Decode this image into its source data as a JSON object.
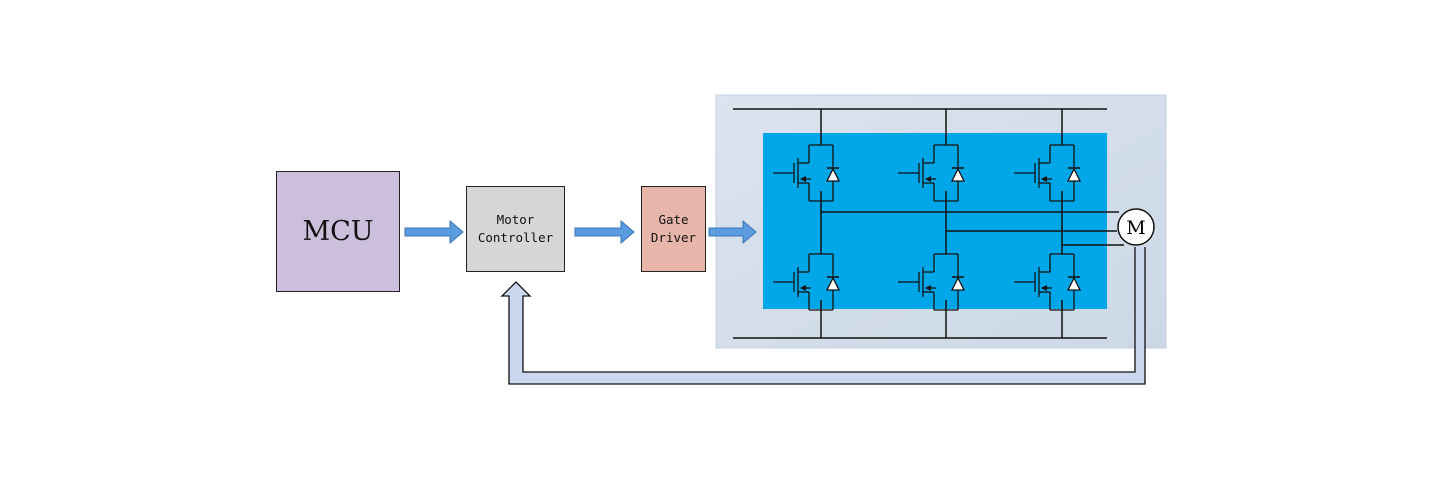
{
  "diagram": {
    "mcu": {
      "label": "MCU"
    },
    "motor_controller": {
      "line1": "Motor",
      "line2": "Controller"
    },
    "gate_driver": {
      "line1": "Gate",
      "line2": "Driver"
    },
    "motor": {
      "label": "M"
    },
    "colors": {
      "arrow_fill": "#5b9be0",
      "feedback_fill": "#c9d8ee",
      "inverter_bg": "#d3dde9",
      "inverter_inner": "#00a7e8"
    },
    "switch_count": 6
  }
}
